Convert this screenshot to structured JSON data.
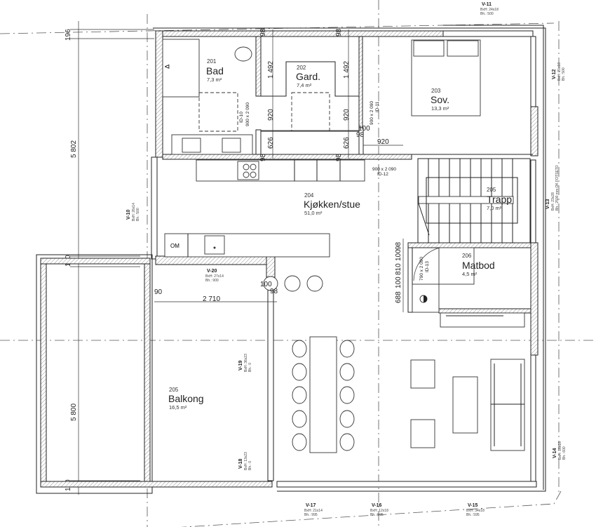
{
  "rooms": {
    "bad": {
      "number": "201",
      "name": "Bad",
      "area": "7,3 m²"
    },
    "gard": {
      "number": "202",
      "name": "Gard.",
      "area": "7,4 m²"
    },
    "sov": {
      "number": "203",
      "name": "Sov.",
      "area": "13,3 m²"
    },
    "kjokken": {
      "number": "204",
      "name": "Kjøkken/stue",
      "area": "51,0 m²"
    },
    "balkong": {
      "number": "205",
      "name": "Balkong",
      "area": "16,5 m²"
    },
    "trapp": {
      "number": "205",
      "name": "Trapp",
      "area": "7,0 m²"
    },
    "matbod": {
      "number": "206",
      "name": "Matbod",
      "area": "4,5 m²"
    }
  },
  "fixtures": {
    "om_label": "OM"
  },
  "doors": [
    {
      "id": "ID-10",
      "size": "900 x 2 090"
    },
    {
      "id": "ID-11",
      "size": "900 x 2 090"
    },
    {
      "id": "ID-12",
      "size": "900 x 2 090"
    },
    {
      "id": "ID-13",
      "size": "790 x 2 090"
    }
  ],
  "dimensions": {
    "left": [
      "196",
      "5 802",
      "100",
      "5 800",
      "100"
    ],
    "bad_gard": [
      "98",
      "98",
      "1 492",
      "1 492",
      "920",
      "920",
      "626",
      "626",
      "98",
      "98",
      "100",
      "98",
      "920"
    ],
    "matbod": [
      "98",
      "100",
      "810",
      "100",
      "688"
    ],
    "balcony": [
      "90",
      "2 710",
      "100",
      "98"
    ]
  },
  "windows": [
    {
      "id": "V-11",
      "bxh": "BxH: 24x18",
      "bh": "Bh.: 500"
    },
    {
      "id": "V-12",
      "bxh": "BxH: 20x18",
      "bh": "Bh.: 500"
    },
    {
      "id": "V-13",
      "bxh": "BxH: 23x28",
      "bh": "Bh.: 2500 mm OK FOTSETO"
    },
    {
      "id": "V-14",
      "bxh": "BxH: 16x18",
      "bh": "Bh.: 600"
    },
    {
      "id": "V-15",
      "bxh": "BxH: 34x18",
      "bh": "Bh.: 595"
    },
    {
      "id": "V-16",
      "bxh": "BxH: 12x18",
      "bh": "Bh.: 595"
    },
    {
      "id": "V-17",
      "bxh": "BxH: 21x14",
      "bh": "Bh.: 995"
    },
    {
      "id": "V-18",
      "bxh": "BxH: 13x23",
      "bh": "Bh.: 0"
    },
    {
      "id": "V-19",
      "bxh": "BxH: 36x23",
      "bh": "Bh.: 0"
    },
    {
      "id": "V-20",
      "bxh": "BxH: 27x14",
      "bh": "Bh.: 900"
    },
    {
      "id": "V-10",
      "bxh": "BxH: 26x14",
      "bh": "Bh.: 500"
    }
  ]
}
